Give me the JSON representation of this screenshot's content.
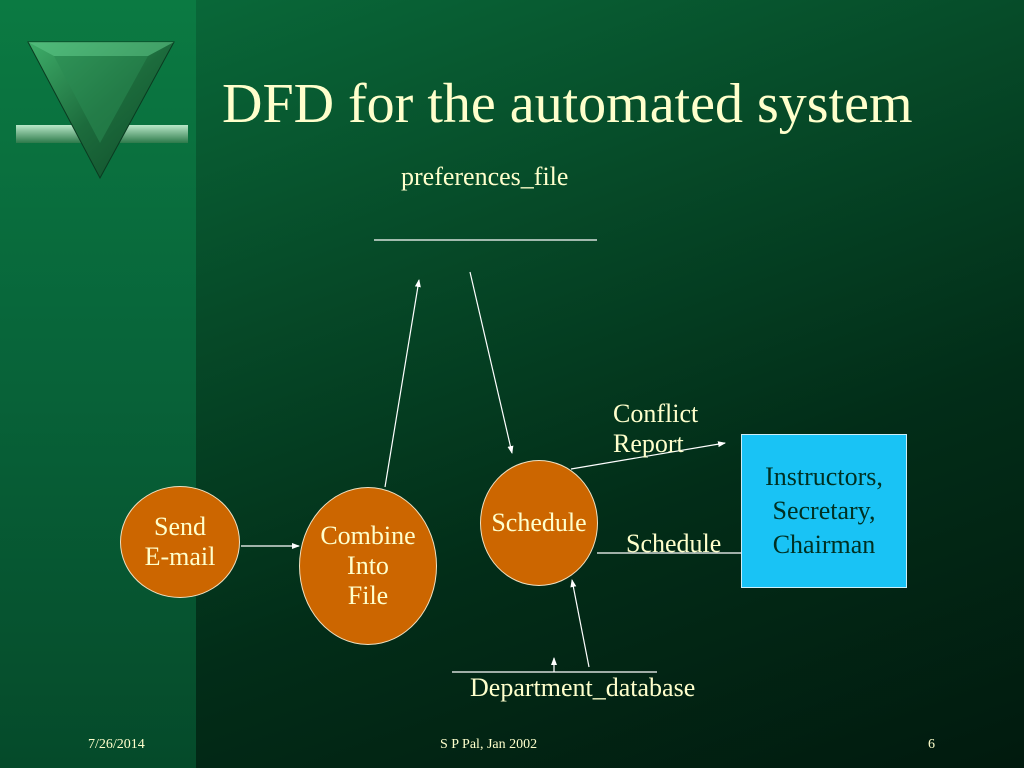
{
  "slide": {
    "title": "DFD for the automated system",
    "colors": {
      "title_text": "#ffffcc",
      "process_fill": "#cc6600",
      "entity_fill": "#19c3f5",
      "background": "#064a28"
    }
  },
  "diagram": {
    "stores": {
      "preferences": {
        "name": "preferences_file"
      },
      "department": {
        "name": "Department_database"
      }
    },
    "processes": {
      "send_email": {
        "label": "Send\nE-mail"
      },
      "combine": {
        "label": "Combine\nInto\nFile"
      },
      "schedule": {
        "label": "Schedule"
      }
    },
    "entity": {
      "label": "Instructors,\nSecretary,\nChairman"
    },
    "flows": {
      "conflict_report": "Conflict\nReport",
      "schedule_out": "Schedule"
    },
    "logo": {
      "name": "triangle-logo-icon"
    }
  },
  "footer": {
    "date": "7/26/2014",
    "author": "S P Pal, Jan 2002",
    "page": "6"
  }
}
